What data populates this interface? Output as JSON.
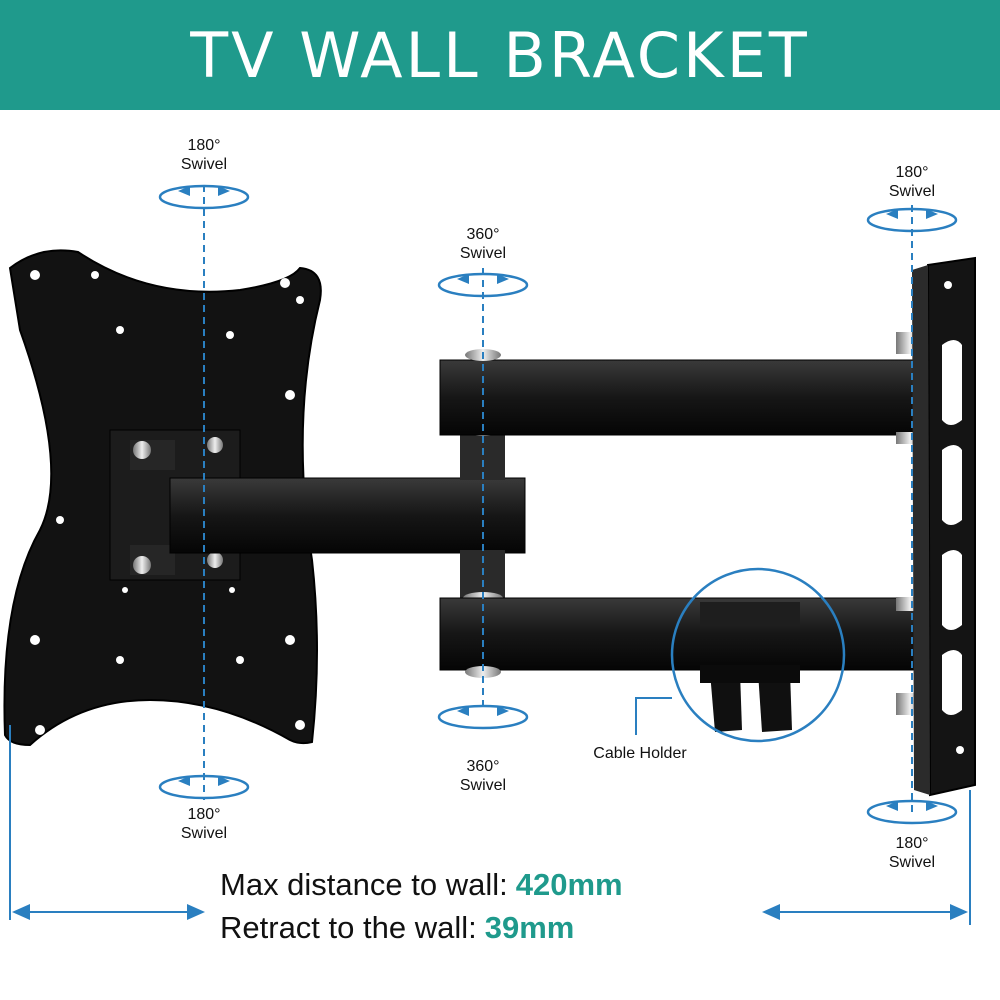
{
  "header": {
    "title": "TV WALL BRACKET",
    "bg_color": "#1f9a8c"
  },
  "annotations": {
    "tv_plate_top": {
      "angle": "180°",
      "word": "Swivel"
    },
    "tv_plate_bottom": {
      "angle": "180°",
      "word": "Swivel"
    },
    "arm_joint_top": {
      "angle": "360°",
      "word": "Swivel"
    },
    "arm_joint_bottom": {
      "angle": "360°",
      "word": "Swivel"
    },
    "wall_plate_top": {
      "angle": "180°",
      "word": "Swivel"
    },
    "wall_plate_bottom": {
      "angle": "180°",
      "word": "Swivel"
    },
    "cable_holder": "Cable Holder"
  },
  "specs": {
    "max_distance_label": "Max distance to wall:",
    "max_distance_value": "420mm",
    "retract_label": "Retract to the wall:",
    "retract_value": "39mm"
  },
  "colors": {
    "accent_teal": "#1f9a8c",
    "guide_blue": "#2a7fc0",
    "bracket_black": "#161616"
  }
}
